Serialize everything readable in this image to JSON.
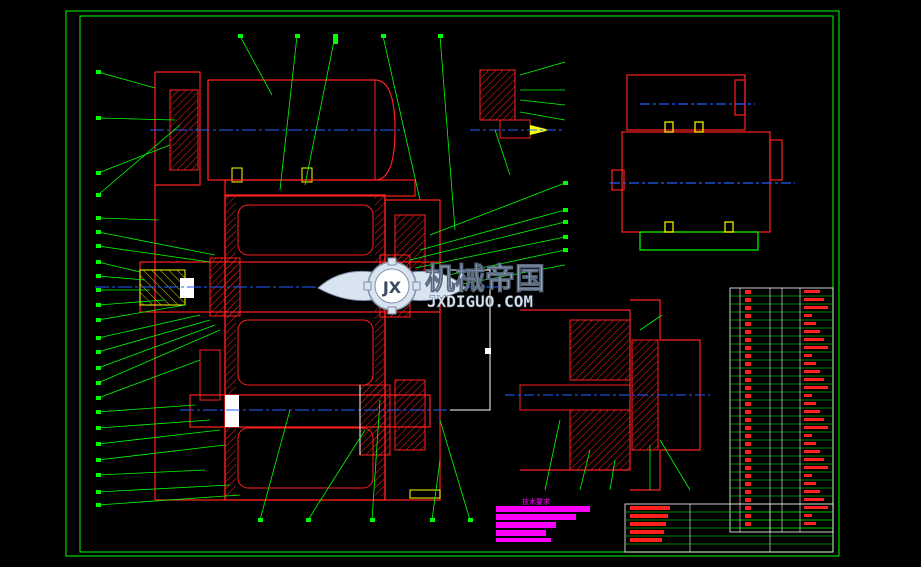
{
  "watermark": {
    "brand": "机械帝国",
    "url": "JXDIGUO.COM",
    "logo_letters": "JX"
  },
  "notes_label": "技术要求",
  "colors": {
    "background": "#000000",
    "frame": "#00ff00",
    "outline": "#ff2020",
    "centerline": "#2060ff",
    "leader": "#00ff00",
    "hatch": "#ff00ff",
    "yellow": "#ffff00",
    "white": "#ffffff",
    "watermark": "#d8e4f0"
  },
  "icons": [
    "gear-logo-icon",
    "wings-icon"
  ]
}
